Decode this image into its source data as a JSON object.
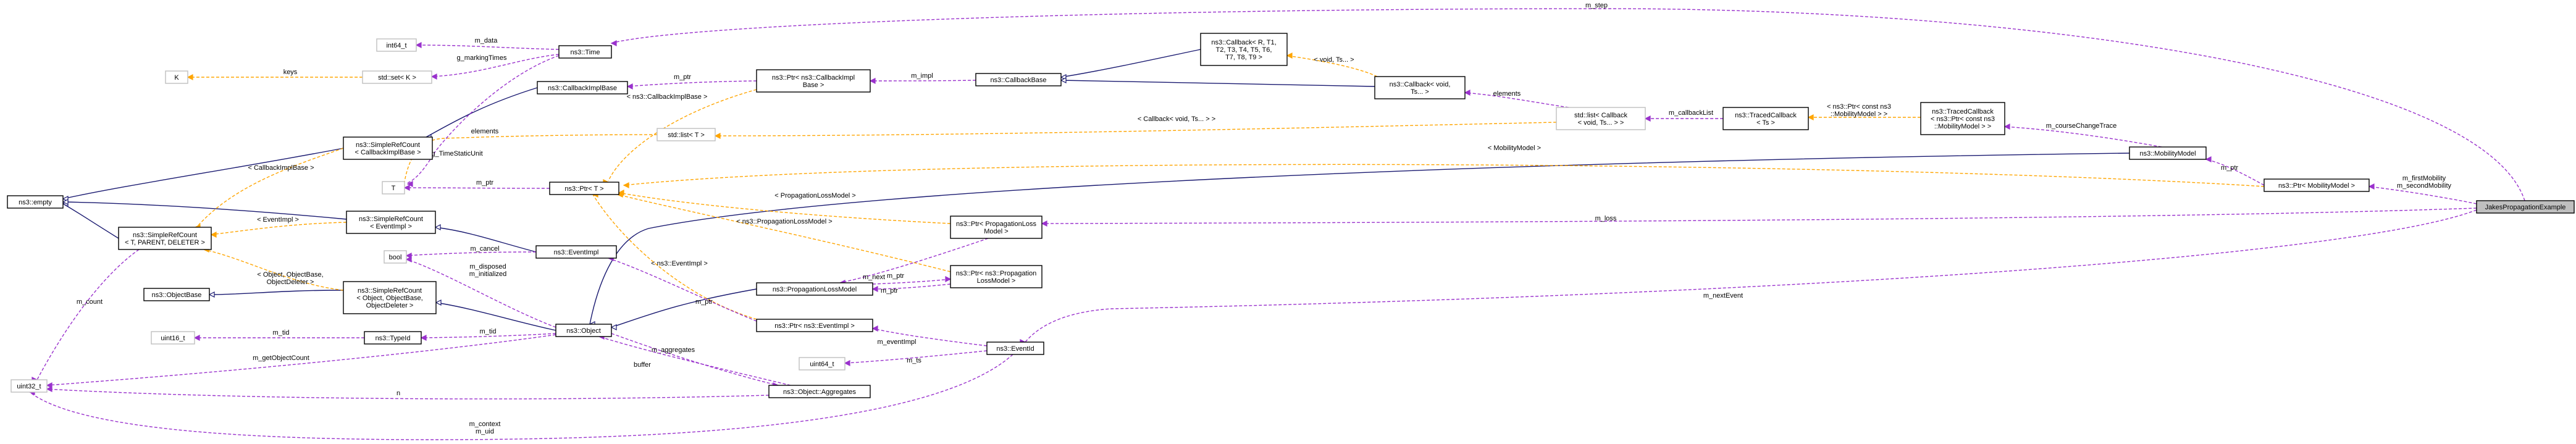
{
  "colors": {
    "member": "#9a32cd",
    "template": "#ffa500",
    "inherit": "#191970",
    "node_border": "#000000",
    "gray_border": "#bfbfbf",
    "highlight_fill": "#bfbfbf"
  },
  "nodes": [
    {
      "id": "JakesPropagationExample",
      "label": [
        "JakesPropagationExample"
      ],
      "style": "highlight"
    },
    {
      "id": "ns3_empty",
      "label": [
        "ns3::empty"
      ],
      "style": "normal"
    },
    {
      "id": "SimpleRefCount_T",
      "label": [
        "ns3::SimpleRefCount",
        "< T, PARENT, DELETER >"
      ],
      "style": "normal"
    },
    {
      "id": "ObjectBase",
      "label": [
        "ns3::ObjectBase"
      ],
      "style": "normal"
    },
    {
      "id": "uint32_t",
      "label": [
        "uint32_t"
      ],
      "style": "gray"
    },
    {
      "id": "int64_t",
      "label": [
        "int64_t"
      ],
      "style": "gray"
    },
    {
      "id": "K",
      "label": [
        "K"
      ],
      "style": "gray"
    },
    {
      "id": "set_K",
      "label": [
        "std::set< K >"
      ],
      "style": "gray"
    },
    {
      "id": "ns3_Time",
      "label": [
        "ns3::Time"
      ],
      "style": "normal"
    },
    {
      "id": "SimpleRefCount_CallbackImplBase",
      "label": [
        "ns3::SimpleRefCount",
        "< CallbackImplBase >"
      ],
      "style": "normal"
    },
    {
      "id": "T",
      "label": [
        "T"
      ],
      "style": "gray"
    },
    {
      "id": "SimpleRefCount_EventImpl",
      "label": [
        "ns3::SimpleRefCount",
        "< EventImpl >"
      ],
      "style": "normal"
    },
    {
      "id": "bool",
      "label": [
        "bool"
      ],
      "style": "gray"
    },
    {
      "id": "SimpleRefCount_Object",
      "label": [
        "ns3::SimpleRefCount",
        "< Object, ObjectBase,",
        "ObjectDeleter >"
      ],
      "style": "normal"
    },
    {
      "id": "uint16_t",
      "label": [
        "uint16_t"
      ],
      "style": "gray"
    },
    {
      "id": "TypeId",
      "label": [
        "ns3::TypeId"
      ],
      "style": "normal"
    },
    {
      "id": "CallbackImplBase",
      "label": [
        "ns3::CallbackImplBase"
      ],
      "style": "normal"
    },
    {
      "id": "list_T",
      "label": [
        "std::list< T >"
      ],
      "style": "gray"
    },
    {
      "id": "Ptr_T",
      "label": [
        "ns3::Ptr< T >"
      ],
      "style": "normal"
    },
    {
      "id": "EventImpl",
      "label": [
        "ns3::EventImpl"
      ],
      "style": "normal"
    },
    {
      "id": "Object",
      "label": [
        "ns3::Object"
      ],
      "style": "normal"
    },
    {
      "id": "Ptr_CallbackImplBase",
      "label": [
        "ns3::Ptr< ns3::CallbackImpl",
        "Base >"
      ],
      "style": "normal"
    },
    {
      "id": "CallbackBase",
      "label": [
        "ns3::CallbackBase"
      ],
      "style": "normal"
    },
    {
      "id": "PropagationLossModel",
      "label": [
        "ns3::PropagationLossModel"
      ],
      "style": "normal"
    },
    {
      "id": "Ptr_EventImpl",
      "label": [
        "ns3::Ptr< ns3::EventImpl >"
      ],
      "style": "normal"
    },
    {
      "id": "Aggregates",
      "label": [
        "ns3::Object::Aggregates"
      ],
      "style": "normal"
    },
    {
      "id": "uint64_t",
      "label": [
        "uint64_t"
      ],
      "style": "gray"
    },
    {
      "id": "Ptr_PropagationLossModel",
      "label": [
        "ns3::Ptr< PropagationLoss",
        "Model >"
      ],
      "style": "normal"
    },
    {
      "id": "Ptr_ns3_PropagationLossModel",
      "label": [
        "ns3::Ptr< ns3::Propagation",
        "LossModel >"
      ],
      "style": "normal"
    },
    {
      "id": "EventId",
      "label": [
        "ns3::EventId"
      ],
      "style": "normal"
    },
    {
      "id": "Callback_R",
      "label": [
        "ns3::Callback< R, T1,",
        "T2, T3, T4, T5, T6,",
        "T7, T8, T9 >"
      ],
      "style": "normal"
    },
    {
      "id": "Callback_void",
      "label": [
        "ns3::Callback< void,",
        "Ts... >"
      ],
      "style": "normal"
    },
    {
      "id": "list_Callback",
      "label": [
        "std::list< Callback",
        "< void, Ts... > >"
      ],
      "style": "gray"
    },
    {
      "id": "TracedCallback_Ts",
      "label": [
        "ns3::TracedCallback",
        "< Ts >"
      ],
      "style": "normal"
    },
    {
      "id": "TracedCallback_Ptr",
      "label": [
        "ns3::TracedCallback",
        "< ns3::Ptr< const ns3",
        "::MobilityModel > >"
      ],
      "style": "normal"
    },
    {
      "id": "MobilityModel",
      "label": [
        "ns3::MobilityModel"
      ],
      "style": "normal"
    },
    {
      "id": "Ptr_MobilityModel",
      "label": [
        "ns3::Ptr< MobilityModel >"
      ],
      "style": "normal"
    }
  ],
  "edges": [
    {
      "id": "e_step",
      "label": [
        "m_step"
      ],
      "kind": "member"
    },
    {
      "id": "e_data",
      "label": [
        "m_data"
      ],
      "kind": "member"
    },
    {
      "id": "e_markingTimes",
      "label": [
        "g_markingTimes"
      ],
      "kind": "member"
    },
    {
      "id": "e_keys",
      "label": [
        "keys"
      ],
      "kind": "template"
    },
    {
      "id": "e_elements_list",
      "label": [
        "elements"
      ],
      "kind": "template"
    },
    {
      "id": "e_TimeStaticUnit",
      "label": [
        "g_TimeStaticUnit"
      ],
      "kind": "member"
    },
    {
      "id": "e_ptr_T",
      "label": [
        "m_ptr"
      ],
      "kind": "member"
    },
    {
      "id": "e_CallbackImplBase_tpl",
      "label": [
        "< CallbackImplBase >"
      ],
      "kind": "template"
    },
    {
      "id": "e_EventImpl_tpl",
      "label": [
        "< EventImpl >"
      ],
      "kind": "template"
    },
    {
      "id": "e_Object_tpl",
      "label": [
        "< Object, ObjectBase,",
        "ObjectDeleter >"
      ],
      "kind": "template"
    },
    {
      "id": "e_count",
      "label": [
        "m_count"
      ],
      "kind": "member"
    },
    {
      "id": "e_cancel",
      "label": [
        "m_cancel"
      ],
      "kind": "member"
    },
    {
      "id": "e_disposed",
      "label": [
        "m_disposed",
        "m_initialized"
      ],
      "kind": "member"
    },
    {
      "id": "e_tid_obj",
      "label": [
        "m_tid"
      ],
      "kind": "member"
    },
    {
      "id": "e_tid_type",
      "label": [
        "m_tid"
      ],
      "kind": "member"
    },
    {
      "id": "e_getObjectCount",
      "label": [
        "m_getObjectCount"
      ],
      "kind": "member"
    },
    {
      "id": "e_aggregates",
      "label": [
        "m_aggregates"
      ],
      "kind": "member"
    },
    {
      "id": "e_buffer",
      "label": [
        "buffer"
      ],
      "kind": "member"
    },
    {
      "id": "e_n",
      "label": [
        "n"
      ],
      "kind": "member"
    },
    {
      "id": "e_context",
      "label": [
        "m_context",
        "m_uid"
      ],
      "kind": "member"
    },
    {
      "id": "e_ptr_cb",
      "label": [
        "m_ptr"
      ],
      "kind": "member"
    },
    {
      "id": "e_impl",
      "label": [
        "m_impl"
      ],
      "kind": "member"
    },
    {
      "id": "e_ptr_cbimpl_tpl",
      "label": [
        "< ns3::CallbackImplBase >"
      ],
      "kind": "template"
    },
    {
      "id": "e_callback_void_tpl",
      "label": [
        "< void, Ts... >"
      ],
      "kind": "template"
    },
    {
      "id": "e_elements_cb",
      "label": [
        "elements"
      ],
      "kind": "member"
    },
    {
      "id": "e_callbackList",
      "label": [
        "m_callbackList"
      ],
      "kind": "member"
    },
    {
      "id": "e_callback_list_tpl",
      "label": [
        "< Callback< void, Ts... > >"
      ],
      "kind": "template"
    },
    {
      "id": "e_traced_tpl",
      "label": [
        "< ns3::Ptr< const ns3",
        "::MobilityModel > >"
      ],
      "kind": "template"
    },
    {
      "id": "e_courseChange",
      "label": [
        "m_courseChangeTrace"
      ],
      "kind": "member"
    },
    {
      "id": "e_ptr_mob",
      "label": [
        "m_ptr"
      ],
      "kind": "member"
    },
    {
      "id": "e_mobility_tpl",
      "label": [
        "< MobilityModel >"
      ],
      "kind": "template"
    },
    {
      "id": "e_firstMobility",
      "label": [
        "m_firstMobility",
        "m_secondMobility"
      ],
      "kind": "member"
    },
    {
      "id": "e_loss",
      "label": [
        "m_loss"
      ],
      "kind": "member"
    },
    {
      "id": "e_ptr_loss",
      "label": [
        "m_ptr"
      ],
      "kind": "member"
    },
    {
      "id": "e_propagation_tpl",
      "label": [
        "< PropagationLossModel >"
      ],
      "kind": "template"
    },
    {
      "id": "e_ns3_propagation_tpl",
      "label": [
        "< ns3::PropagationLossModel >"
      ],
      "kind": "template"
    },
    {
      "id": "e_next",
      "label": [
        "m_next"
      ],
      "kind": "member"
    },
    {
      "id": "e_ptr_ns3_loss",
      "label": [
        "m_ptr"
      ],
      "kind": "member"
    },
    {
      "id": "e_event_tpl",
      "label": [
        "< ns3::EventImpl >"
      ],
      "kind": "template"
    },
    {
      "id": "e_ptr_event",
      "label": [
        "m_ptr"
      ],
      "kind": "member"
    },
    {
      "id": "e_eventImpl",
      "label": [
        "m_eventImpl"
      ],
      "kind": "member"
    },
    {
      "id": "e_ts",
      "label": [
        "m_ts"
      ],
      "kind": "member"
    },
    {
      "id": "e_nextEvent",
      "label": [
        "m_nextEvent"
      ],
      "kind": "member"
    }
  ]
}
